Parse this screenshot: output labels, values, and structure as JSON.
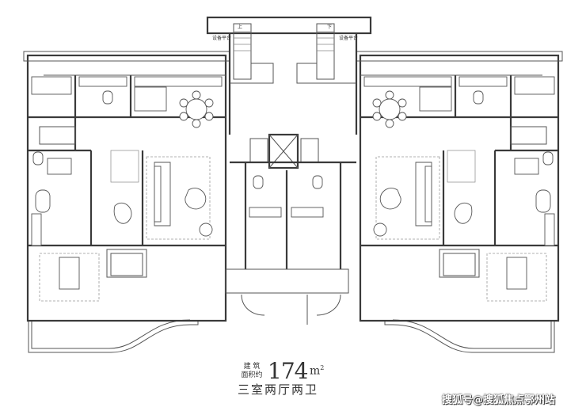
{
  "plan": {
    "notes": {
      "equipment_platform_left": "设备平台",
      "equipment_platform_right": "设备平台",
      "stair_up": "上",
      "stair_down": "下"
    }
  },
  "caption": {
    "area_label_line1": "建 筑",
    "area_label_line2": "面积约",
    "area_value": "174",
    "area_unit": "m",
    "area_unit_sup": "2",
    "layout": "三室两厅两卫"
  },
  "watermark": "搜狐号@搜狐焦点鄂州站"
}
